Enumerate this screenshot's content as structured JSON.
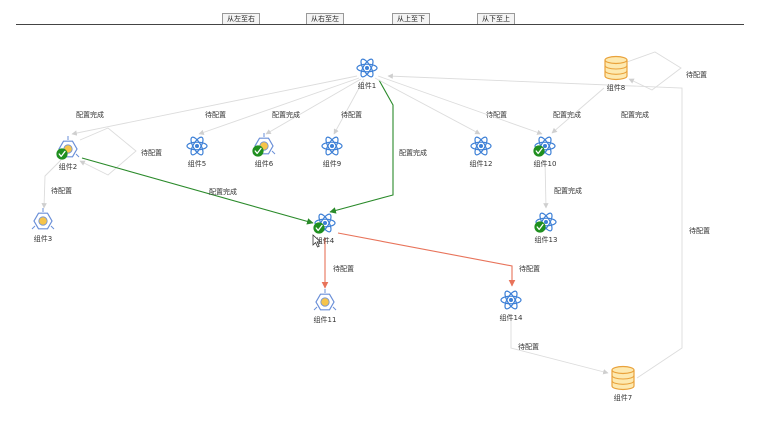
{
  "toolbar": {
    "btn_ltr": "从左至右",
    "btn_rtl": "从右至左",
    "btn_ttb": "从上至下",
    "btn_btt": "从下至上"
  },
  "colors": {
    "edge_gray": "#dcdcdc",
    "edge_green": "#2a8a2a",
    "edge_red": "#e8735a",
    "atom_blue": "#3c7fd6",
    "hex_blue": "#6a8fd8",
    "hex_fill": "#f6c44a",
    "check_green": "#1f8f1f",
    "db_orange": "#e9a23b",
    "db_fill": "#fde9b0"
  },
  "nodes": [
    {
      "id": "n1",
      "label": "组件1",
      "icon": "atom-icon",
      "done": false
    },
    {
      "id": "n2",
      "label": "组件2",
      "icon": "hexagon-icon",
      "done": true
    },
    {
      "id": "n3",
      "label": "组件3",
      "icon": "hexagon-icon",
      "done": false
    },
    {
      "id": "n4",
      "label": "组件4",
      "icon": "atom-icon",
      "done": true
    },
    {
      "id": "n5",
      "label": "组件5",
      "icon": "atom-icon",
      "done": false
    },
    {
      "id": "n6",
      "label": "组件6",
      "icon": "hexagon-icon",
      "done": true
    },
    {
      "id": "n7",
      "label": "组件7",
      "icon": "database-icon",
      "done": false
    },
    {
      "id": "n8",
      "label": "组件8",
      "icon": "database-icon",
      "done": false
    },
    {
      "id": "n9",
      "label": "组件9",
      "icon": "atom-icon",
      "done": false
    },
    {
      "id": "n10",
      "label": "组件10",
      "icon": "atom-icon",
      "done": true
    },
    {
      "id": "n11",
      "label": "组件11",
      "icon": "hexagon-icon",
      "done": false
    },
    {
      "id": "n12",
      "label": "组件12",
      "icon": "atom-icon",
      "done": false
    },
    {
      "id": "n13",
      "label": "组件13",
      "icon": "atom-icon",
      "done": true
    },
    {
      "id": "n14",
      "label": "组件14",
      "icon": "atom-icon",
      "done": false
    }
  ],
  "edges": [
    {
      "from": "n1",
      "to": "n2",
      "label": "配置完成",
      "status": "gray"
    },
    {
      "from": "n1",
      "to": "n5",
      "label": "待配置",
      "status": "gray"
    },
    {
      "from": "n1",
      "to": "n6",
      "label": "配置完成",
      "status": "gray"
    },
    {
      "from": "n1",
      "to": "n9",
      "label": "待配置",
      "status": "gray"
    },
    {
      "from": "n1",
      "to": "n4",
      "label": "配置完成",
      "status": "green"
    },
    {
      "from": "n1",
      "to": "n12",
      "label": "待配置",
      "status": "gray"
    },
    {
      "from": "n1",
      "to": "n10",
      "label": "配置完成",
      "status": "gray"
    },
    {
      "from": "n8",
      "to": "n10",
      "label": "配置完成",
      "status": "gray"
    },
    {
      "from": "n8",
      "to": "n8",
      "label": "待配置",
      "status": "gray"
    },
    {
      "from": "n2",
      "to": "n2",
      "label": "待配置",
      "status": "gray"
    },
    {
      "from": "n2",
      "to": "n3",
      "label": "待配置",
      "status": "gray"
    },
    {
      "from": "n2",
      "to": "n4",
      "label": "配置完成",
      "status": "green"
    },
    {
      "from": "n10",
      "to": "n13",
      "label": "配置完成",
      "status": "gray"
    },
    {
      "from": "n4",
      "to": "n11",
      "label": "待配置",
      "status": "red"
    },
    {
      "from": "n4",
      "to": "n14",
      "label": "待配置",
      "status": "red"
    },
    {
      "from": "n14",
      "to": "n7",
      "label": "待配置",
      "status": "gray"
    },
    {
      "from": "n7",
      "to": "n1",
      "label": "待配置",
      "status": "gray"
    }
  ]
}
